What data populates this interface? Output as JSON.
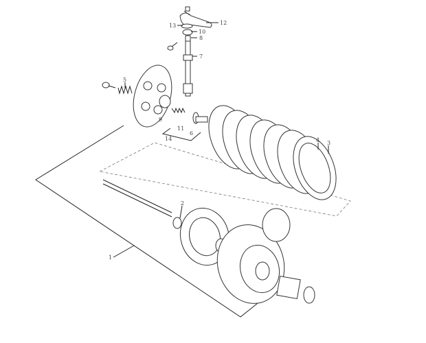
{
  "diagram": {
    "callouts": [
      {
        "id": "12",
        "label": "12"
      },
      {
        "id": "13",
        "label": "13"
      },
      {
        "id": "10",
        "label": "10"
      },
      {
        "id": "8",
        "label": "8"
      },
      {
        "id": "7",
        "label": "7"
      },
      {
        "id": "5",
        "label": "5"
      },
      {
        "id": "9",
        "label": "9"
      },
      {
        "id": "11",
        "label": "11"
      },
      {
        "id": "6",
        "label": "6"
      },
      {
        "id": "14",
        "label": "14"
      },
      {
        "id": "4",
        "label": "4"
      },
      {
        "id": "3",
        "label": "3"
      },
      {
        "id": "2",
        "label": "2"
      },
      {
        "id": "1",
        "label": "1"
      }
    ]
  }
}
